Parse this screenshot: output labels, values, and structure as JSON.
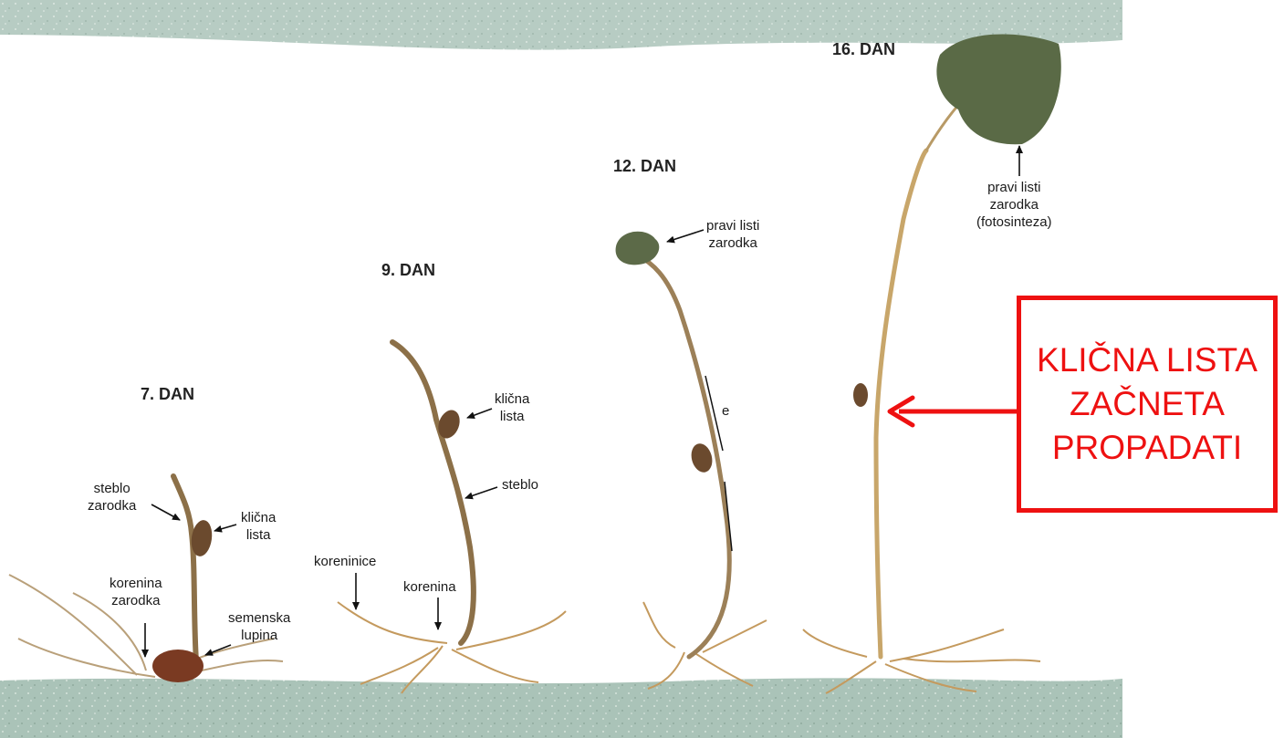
{
  "colors": {
    "ground": "#a9c2b6",
    "plant": "#9c8058",
    "seed": "#7a3a22",
    "leaf": "#5c6a48",
    "accent": "#ee1111"
  },
  "days": [
    {
      "id": "d7",
      "label": "7. DAN"
    },
    {
      "id": "d9",
      "label": "9. DAN"
    },
    {
      "id": "d12",
      "label": "12. DAN"
    },
    {
      "id": "d16",
      "label": "16. DAN"
    }
  ],
  "labels": {
    "steblo_zarodka": "steblo\nzarodka",
    "klicna_lista_7": "klična\nlista",
    "korenina_zarodka": "korenina\nzarodka",
    "semenska_lupina": "semenska\nlupina",
    "klicna_lista_9": "klična\nlista",
    "steblo": "steblo",
    "koreninice": "koreninice",
    "korenina": "korenina",
    "pravi_listi_12": "pravi listi\nzarodka",
    "e_mark": "e",
    "pravi_listi_16": "pravi listi\nzarodka\n(fotosinteza)"
  },
  "callout": {
    "text": "KLIČNA LISTA\nZAČNETA\nPROPADATI"
  }
}
